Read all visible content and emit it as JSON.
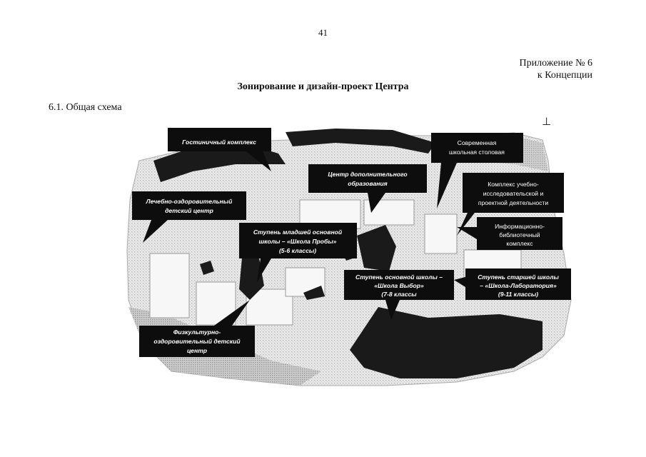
{
  "page_number": "41",
  "appendix": {
    "line1": "Приложение № 6",
    "line2": "к Концепции"
  },
  "title": "Зонирование и дизайн-проект Центра",
  "section_heading": "6.1. Общая схема",
  "corner_mark": "⊥",
  "scheme": {
    "callouts": [
      {
        "id": "hotel",
        "lines": [
          "Гостиничный комплекс"
        ]
      },
      {
        "id": "canteen",
        "lines": [
          "Современная",
          "школьная столовая"
        ]
      },
      {
        "id": "additional-education",
        "lines": [
          "Центр дополнительного",
          "образования"
        ]
      },
      {
        "id": "research-complex",
        "lines": [
          "Комплекс учебно-",
          "исследовательской и",
          "проектной деятельности"
        ]
      },
      {
        "id": "health-center",
        "lines": [
          "Лечебно-оздоровительный",
          "детский центр"
        ]
      },
      {
        "id": "primary-school",
        "lines": [
          "Ступень младшей основной",
          "школы – «Школа Пробы»",
          "(5-6 классы)"
        ]
      },
      {
        "id": "library",
        "lines": [
          "Информационно-",
          "библиотечный",
          "комплекс"
        ]
      },
      {
        "id": "basic-school",
        "lines": [
          "Ступень основной школы –",
          "«Школа Выбор»",
          "(7-8 классы"
        ]
      },
      {
        "id": "senior-school",
        "lines": [
          "Ступень старшей школы",
          "– «Школа-Лаборатория»",
          "(9-11 классы)"
        ]
      },
      {
        "id": "sports-center",
        "lines": [
          "Физкультурно-",
          "оздоровительный детский",
          "центр"
        ]
      }
    ]
  }
}
